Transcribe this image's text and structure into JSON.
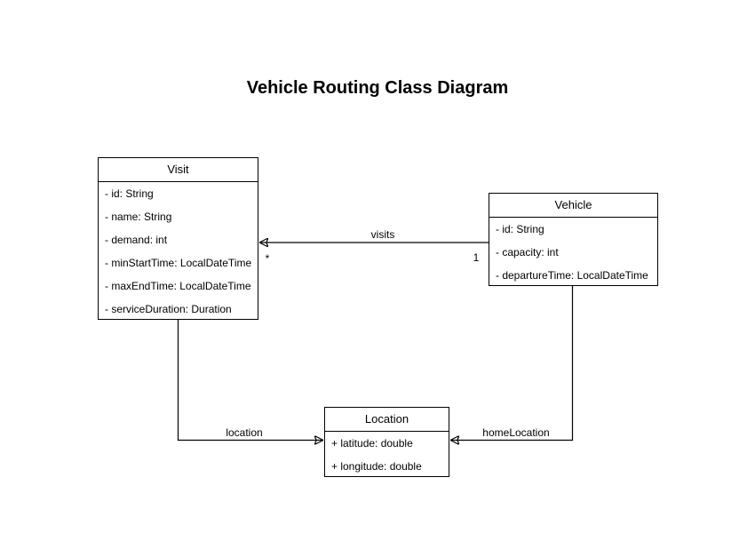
{
  "title": "Vehicle Routing Class Diagram",
  "colors": {
    "stroke": "#000000",
    "fill": "#ffffff",
    "text": "#000000"
  },
  "classes": {
    "visit": {
      "name": "Visit",
      "attributes": [
        "- id: String",
        "- name: String",
        "- demand: int",
        "- minStartTime: LocalDateTime",
        "- maxEndTime: LocalDateTime",
        "- serviceDuration: Duration"
      ]
    },
    "vehicle": {
      "name": "Vehicle",
      "attributes": [
        "- id: String",
        "- capacity: int",
        "- departureTime: LocalDateTime"
      ]
    },
    "location": {
      "name": "Location",
      "attributes": [
        "+ latitude: double",
        "+ longitude: double"
      ]
    }
  },
  "associations": {
    "visits": {
      "label": "visits",
      "from": "Vehicle",
      "to": "Visit",
      "source_multiplicity": "1",
      "target_multiplicity": "*"
    },
    "location": {
      "label": "location",
      "from": "Visit",
      "to": "Location"
    },
    "homeLocation": {
      "label": "homeLocation",
      "from": "Vehicle",
      "to": "Location"
    }
  }
}
